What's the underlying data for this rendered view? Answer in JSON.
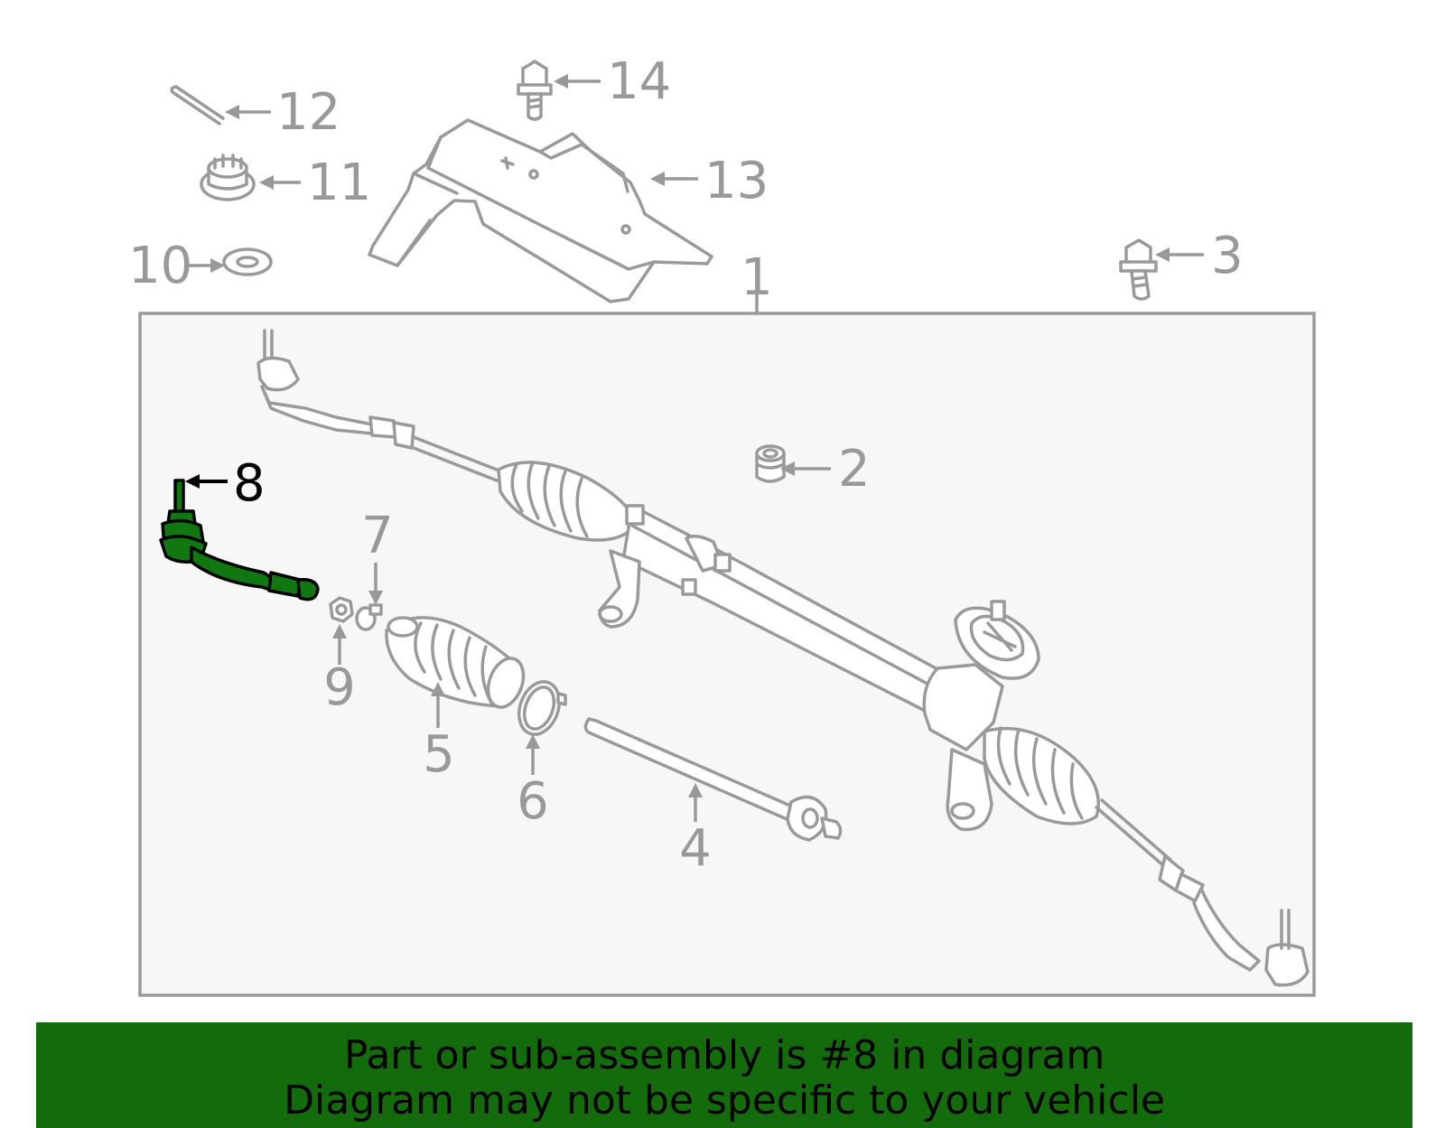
{
  "callouts": {
    "c1": "1",
    "c2": "2",
    "c3": "3",
    "c4": "4",
    "c5": "5",
    "c6": "6",
    "c7": "7",
    "c8": "8",
    "c9": "9",
    "c10": "10",
    "c11": "11",
    "c12": "12",
    "c13": "13",
    "c14": "14"
  },
  "highlighted_part": "8",
  "colors": {
    "highlight": "#117711",
    "banner": "#136b0c",
    "line": "#999999",
    "panel": "#f7f7f7"
  },
  "banner": {
    "line1": "Part or sub-assembly is #8 in diagram",
    "line2": "Diagram may not be specific to your vehicle"
  }
}
